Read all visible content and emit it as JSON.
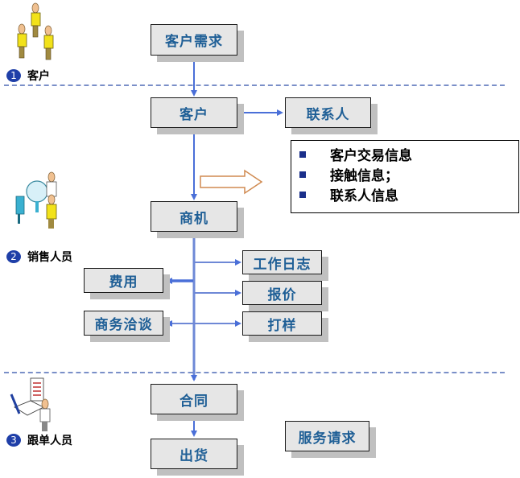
{
  "roles": [
    {
      "number": "1",
      "label": "客户",
      "icon": "customers-icon"
    },
    {
      "number": "2",
      "label": "销售人员",
      "icon": "salesperson-icon"
    },
    {
      "number": "3",
      "label": "跟单人员",
      "icon": "follow-up-staff-icon"
    }
  ],
  "nodes": {
    "customer_demand": "客户需求",
    "customer": "客户",
    "contact": "联系人",
    "opportunity": "商机",
    "work_log": "工作日志",
    "expense": "费用",
    "quote": "报价",
    "negotiation": "商务洽谈",
    "sample": "打样",
    "contract": "合同",
    "shipment": "出货",
    "service_request": "服务请求"
  },
  "info_box": {
    "items": [
      "客户交易信息",
      "接触信息；",
      "联系人信息"
    ]
  },
  "colors": {
    "box_text": "#1f5f96",
    "box_fill": "#e6e6e6",
    "connector": "#4a6fd8",
    "dash_line": "#7a8fc8",
    "badge": "#1f3fa8"
  }
}
